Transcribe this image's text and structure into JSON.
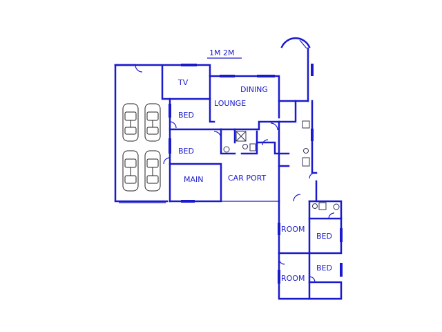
{
  "scale_label": "1M 2M",
  "colors": {
    "wall": "#1a1acc",
    "fixture": "#333355",
    "background": "#ffffff"
  },
  "rooms": {
    "tv": "TV",
    "dining": "DINING",
    "lounge": "LOUNGE",
    "bed_1": "BED",
    "bed_2": "BED",
    "main": "MAIN",
    "car_port": "CAR PORT",
    "room_1": "ROOM",
    "bed_3": "BED",
    "room_2": "ROOM",
    "bed_4": "BED"
  },
  "garage": {
    "cars": 4,
    "icon": "car-icon"
  }
}
